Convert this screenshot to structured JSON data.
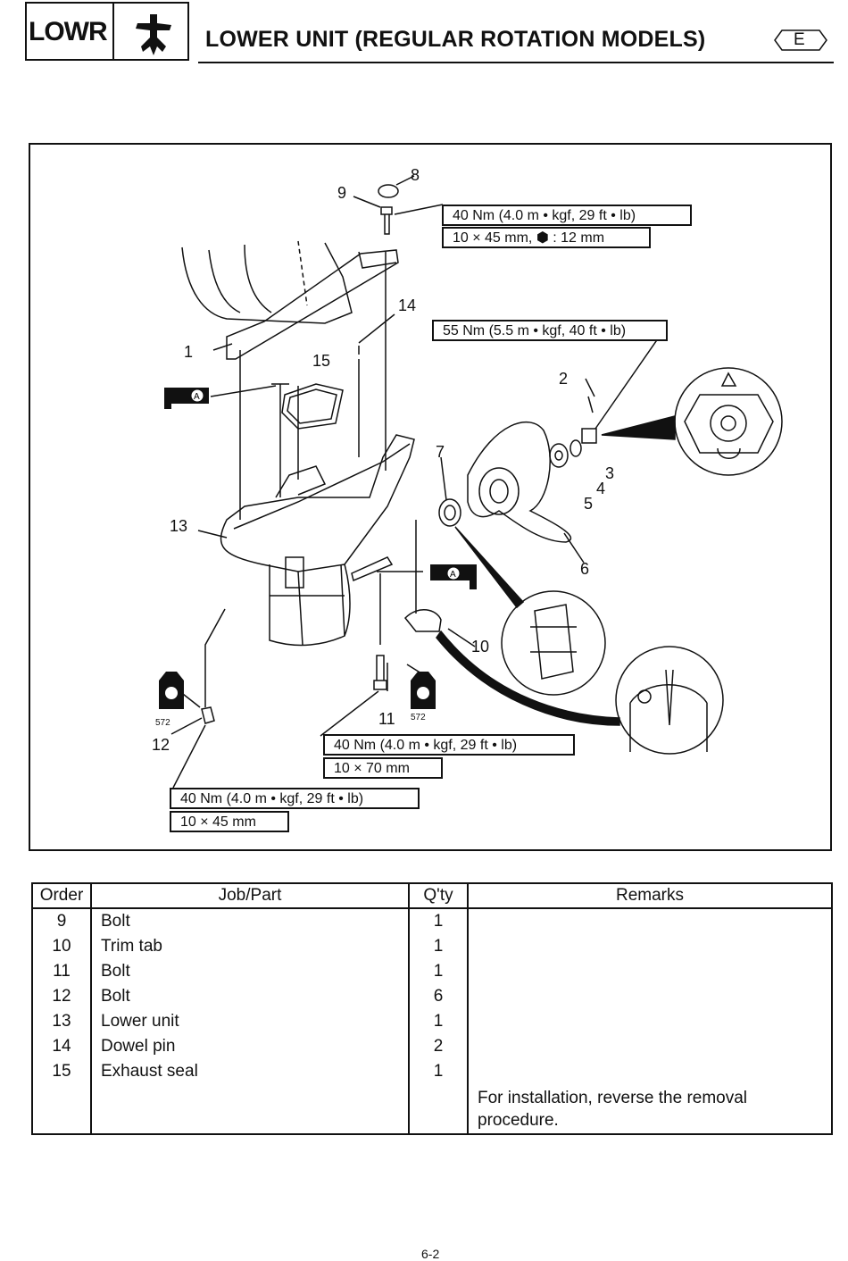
{
  "header": {
    "section_code": "LOWR",
    "icon": "outboard-motor-icon",
    "title": "LOWER UNIT (REGULAR ROTATION MODELS)",
    "language_badge": "E"
  },
  "figure": {
    "callouts": [
      "1",
      "2",
      "3",
      "4",
      "5",
      "6",
      "7",
      "8",
      "9",
      "10",
      "11",
      "12",
      "13",
      "14",
      "15"
    ],
    "specs": {
      "bolt9_torque": "40 Nm (4.0 m • kgf, 29 ft • lb)",
      "bolt9_size": "10 × 45 mm, ⬢ : 12 mm",
      "nut_torque": "55 Nm (5.5 m • kgf, 40 ft • lb)",
      "bolt11_torque": "40 Nm (4.0 m • kgf, 29 ft • lb)",
      "bolt11_size": "10 × 70 mm",
      "bolt12_torque": "40 Nm (4.0 m • kgf, 29 ft • lb)",
      "bolt12_size": "10 × 45 mm"
    },
    "grease_symbol": "A",
    "loctite_symbol": "LT",
    "loctite_number": "572"
  },
  "table": {
    "headers": [
      "Order",
      "Job/Part",
      "Q'ty",
      "Remarks"
    ],
    "rows": [
      {
        "order": "9",
        "part": "Bolt",
        "qty": "1",
        "remarks": ""
      },
      {
        "order": "10",
        "part": "Trim tab",
        "qty": "1",
        "remarks": ""
      },
      {
        "order": "11",
        "part": "Bolt",
        "qty": "1",
        "remarks": ""
      },
      {
        "order": "12",
        "part": "Bolt",
        "qty": "6",
        "remarks": ""
      },
      {
        "order": "13",
        "part": "Lower unit",
        "qty": "1",
        "remarks": ""
      },
      {
        "order": "14",
        "part": "Dowel pin",
        "qty": "2",
        "remarks": ""
      },
      {
        "order": "15",
        "part": "Exhaust seal",
        "qty": "1",
        "remarks": ""
      },
      {
        "order": "",
        "part": "",
        "qty": "",
        "remarks": "For installation, reverse the removal procedure."
      }
    ]
  },
  "page_number": "6-2"
}
